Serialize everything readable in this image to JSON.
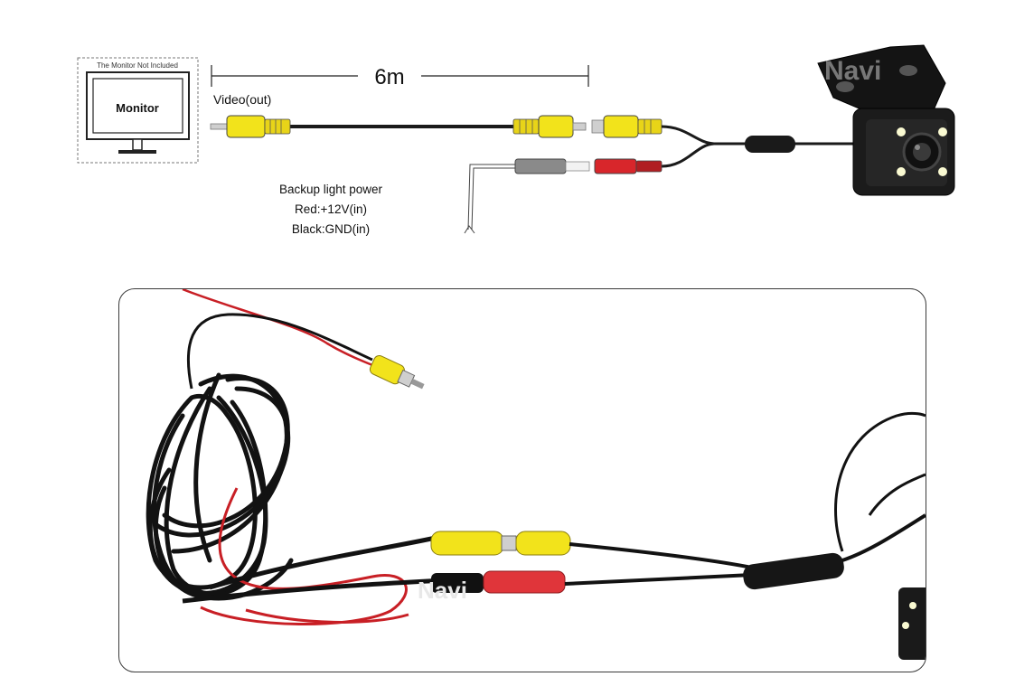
{
  "diagram": {
    "monitor_note": "The Monitor Not Included",
    "monitor_label": "Monitor",
    "cable_length": "6m",
    "video_label": "Video(out)",
    "power_title": "Backup light power",
    "power_red": "Red:+12V(in)",
    "power_black": "Black:GND(in)",
    "watermark": "Navi"
  },
  "photo": {
    "watermark": "Navi"
  },
  "colors": {
    "rca_yellow": "#f2e31b",
    "plug_red": "#d8262b",
    "plug_gray": "#8a8a8a",
    "cable_black": "#1a1a1a",
    "led_white": "#fafad2"
  }
}
